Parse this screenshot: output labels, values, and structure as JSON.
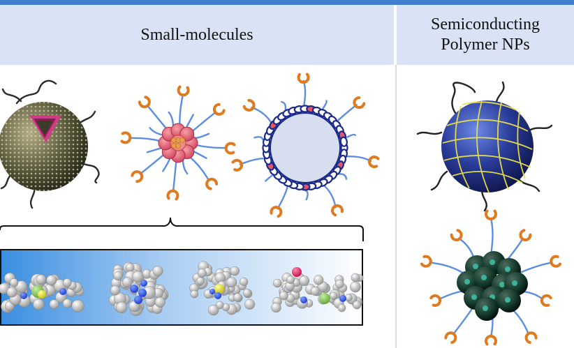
{
  "header": {
    "left_title": "Small-molecules",
    "right_title_line1": "Semiconducting",
    "right_title_line2": "Polymer NPs"
  },
  "colors": {
    "top_bar": "#3e7fd0",
    "header_bg": "#d9e3f5",
    "ligand_tail": "#5b8ee0",
    "ligand_head": "#e07a1e",
    "core_red": "#e0566a",
    "polymer_sphere": "#2a3c9a",
    "polymer_lines": "#e8e04a",
    "cluster_sphere": "#133a2c",
    "panel_gradient_start": "#3a8ee0",
    "panel_gradient_end": "#ffffff"
  },
  "icons": [
    "silica-sphere-icon",
    "micelle-icon",
    "liposome-icon",
    "polymer-np-icon",
    "nanocluster-icon",
    "molecule-model-icon"
  ]
}
